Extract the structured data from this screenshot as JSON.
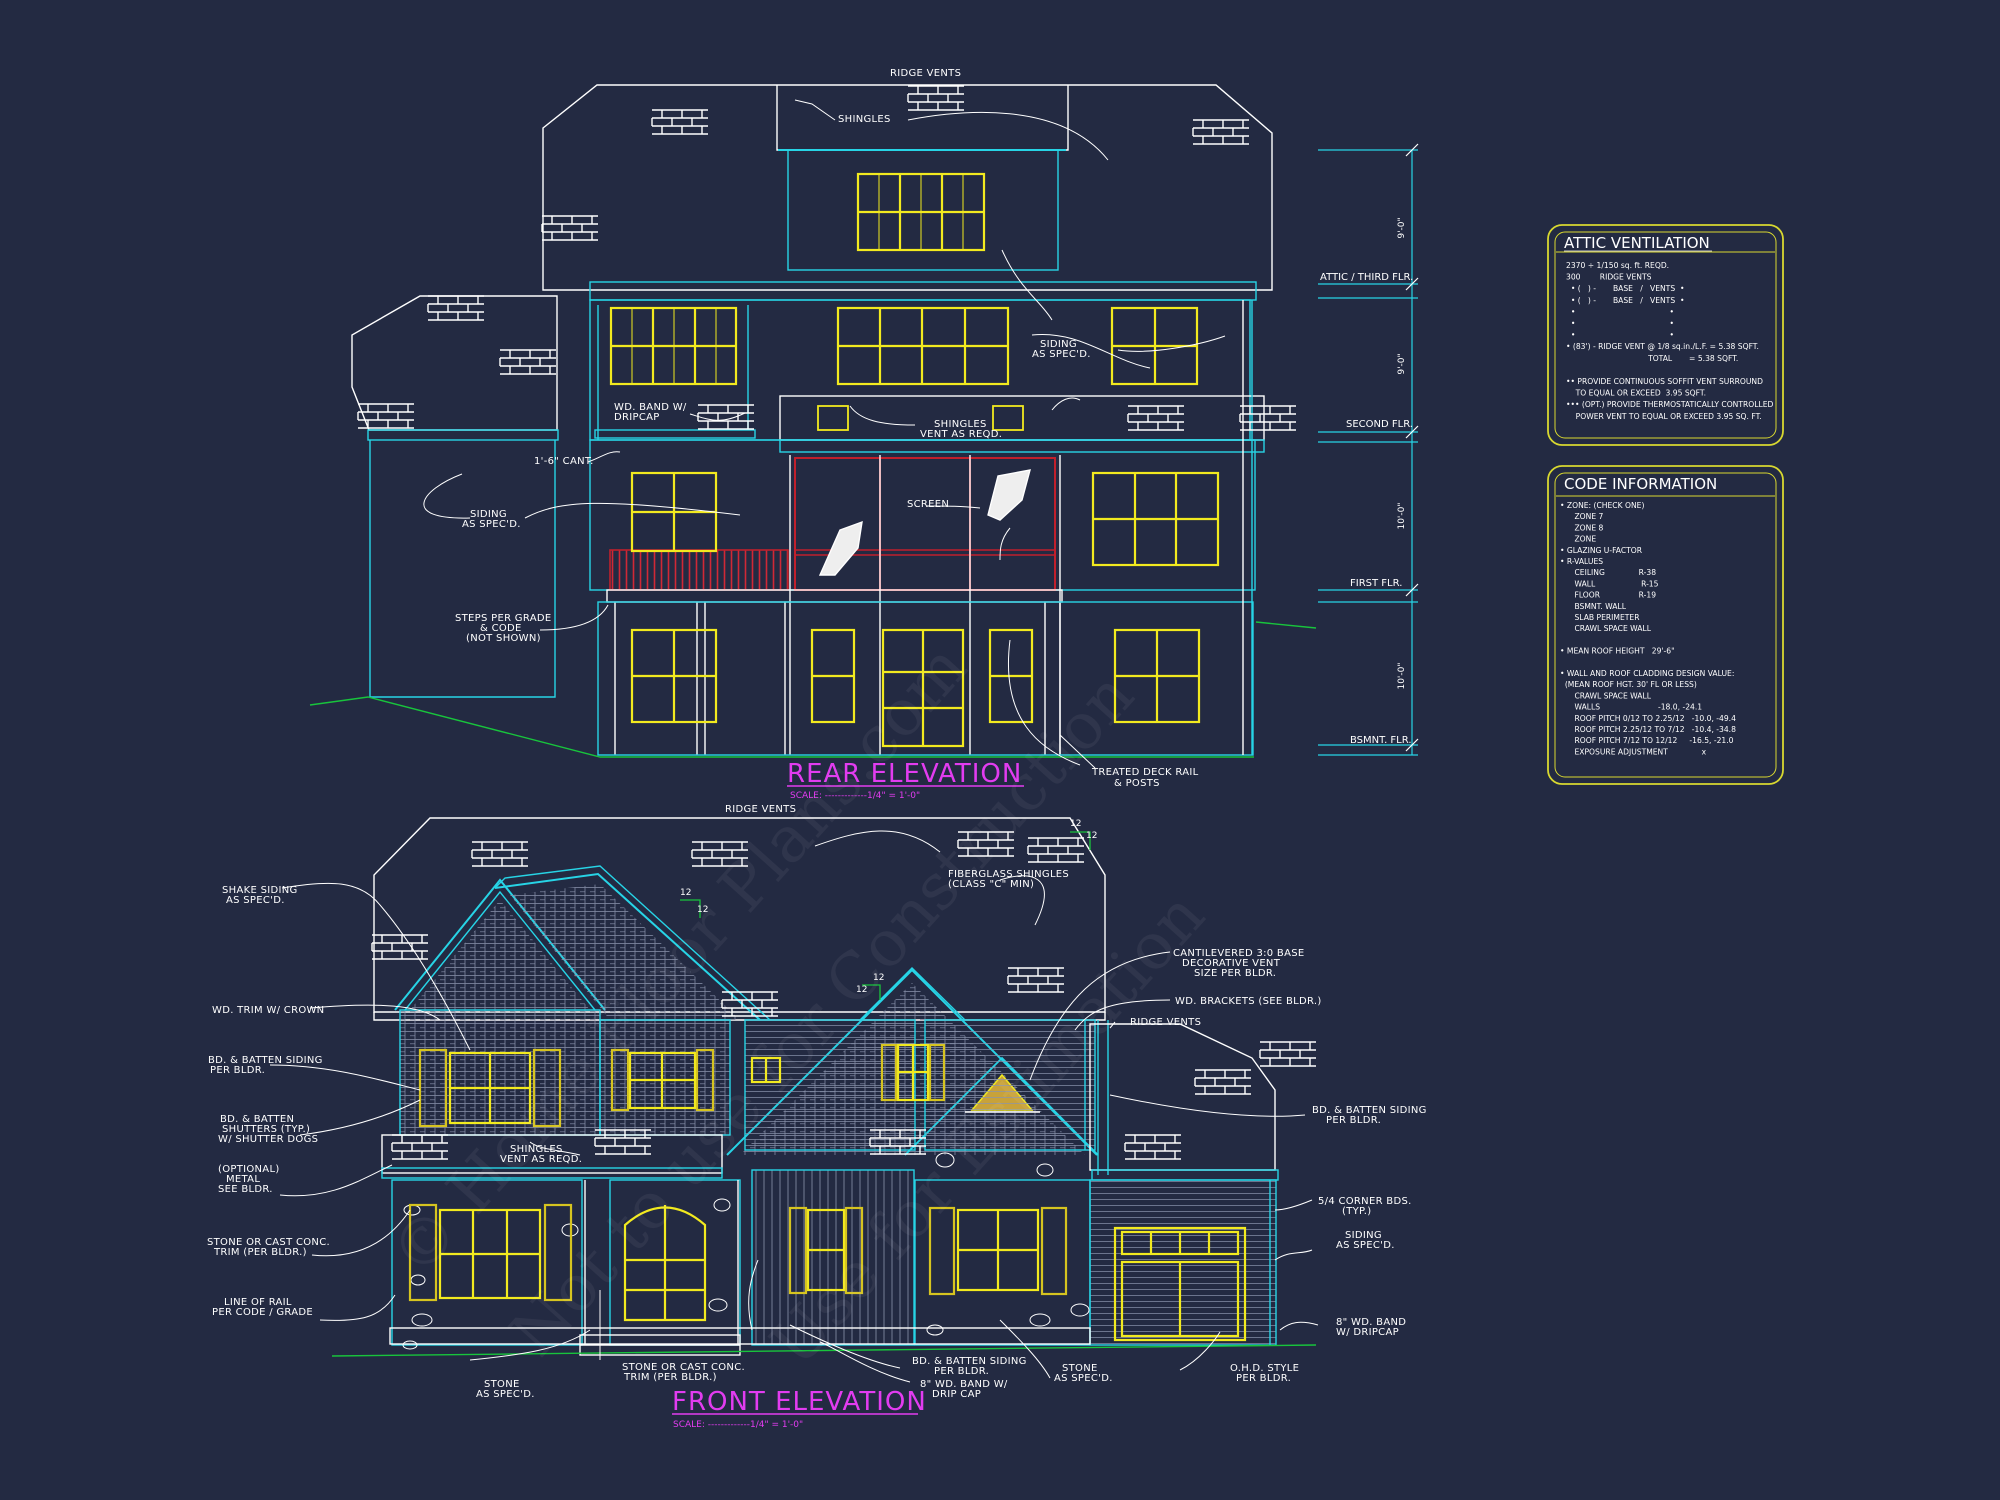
{
  "rear_elevation": {
    "title": "REAR ELEVATION",
    "scale": "SCALE: -------------1/4\" = 1'-0\"",
    "labels": {
      "ridge_vents": "RIDGE VENTS",
      "shingles": "SHINGLES",
      "siding_specd_1": [
        "SIDING",
        "AS SPEC'D."
      ],
      "wd_band": [
        "WD. BAND W/",
        "DRIPCAP"
      ],
      "shingles_vent": [
        "SHINGLES",
        "VENT AS REQD."
      ],
      "cant": "1'-6\" CANT.",
      "siding_specd_2": [
        "SIDING",
        "AS SPEC'D."
      ],
      "screen": "SCREEN",
      "steps": [
        "STEPS PER GRADE",
        "& CODE",
        "(NOT SHOWN)"
      ],
      "deck_rail": [
        "TREATED DECK RAIL",
        "& POSTS"
      ]
    },
    "levels": [
      "ATTIC / THIRD FLR.",
      "SECOND FLR.",
      "FIRST FLR.",
      "BSMNT. FLR."
    ],
    "dimensions": [
      "9'-0\"",
      "9'-0\"",
      "10'-0\"",
      "10'-0\""
    ]
  },
  "front_elevation": {
    "title": "FRONT ELEVATION",
    "scale": "SCALE: -------------1/4\" = 1'-0\"",
    "pitch": "12",
    "labels": {
      "ridge_vents_1": "RIDGE VENTS",
      "ridge_vents_2": "RIDGE VENTS",
      "fiberglass": [
        "FIBERGLASS SHINGLES",
        "(CLASS \"C\" MIN)"
      ],
      "shake": [
        "SHAKE SIDING",
        "AS SPEC'D."
      ],
      "wd_trim": "WD. TRIM W/ CROWN",
      "batten_siding_1": [
        "BD. & BATTEN SIDING",
        "PER BLDR."
      ],
      "batten_shutters": [
        "BD. & BATTEN",
        "SHUTTERS (TYP.)",
        "W/ SHUTTER DOGS"
      ],
      "metal": [
        "(OPTIONAL)",
        "METAL",
        "SEE BLDR."
      ],
      "stone_trim": [
        "STONE OR CAST CONC.",
        "TRIM (PER BLDR.)"
      ],
      "line_rail": [
        "LINE OF RAIL",
        "PER CODE / GRADE"
      ],
      "shingles_vent": [
        "SHINGLES",
        "VENT AS REQD."
      ],
      "stone_1": [
        "STONE",
        "AS SPEC'D."
      ],
      "stone_trim_2": [
        "STONE OR CAST CONC.",
        "TRIM (PER BLDR.)"
      ],
      "batten_siding_2": [
        "BD. & BATTEN SIDING",
        "PER BLDR."
      ],
      "wd_band": [
        "8\" WD. BAND W/",
        "DRIP CAP"
      ],
      "stone_2": [
        "STONE",
        "AS SPEC'D."
      ],
      "ohd": [
        "O.H.D. STYLE",
        "PER BLDR."
      ],
      "cantilevered": [
        "CANTILEVERED 3:0 BASE",
        "DECORATIVE VENT",
        "SIZE PER BLDR."
      ],
      "brackets": "WD. BRACKETS (SEE BLDR.)",
      "batten_siding_3": [
        "BD. & BATTEN SIDING",
        "PER BLDR."
      ],
      "corner_bds": [
        "5/4 CORNER BDS.",
        "(TYP.)"
      ],
      "siding_specd": [
        "SIDING",
        "AS SPEC'D."
      ],
      "wd_band_2": [
        "8\" WD. BAND",
        "W/ DRIPCAP"
      ]
    }
  },
  "attic_ventilation": {
    "heading": "ATTIC VENTILATION",
    "lines": [
      "2370 ÷ 1/150 sq. ft. REQD.",
      "300        RIDGE VENTS",
      "  • (   ) -       BASE   /   VENTS  •",
      "  • (   ) -       BASE   /   VENTS  •",
      "  •                                       •",
      "  •                                       •",
      "  •                                       •",
      "• (83') - RIDGE VENT @ 1/8 sq.in./L.F. = 5.38 SQFT.",
      "                                  TOTAL       = 5.38 SQFT.",
      "",
      "•• PROVIDE CONTINUOUS SOFFIT VENT SURROUND",
      "    TO EQUAL OR EXCEED  3.95 SQFT.",
      "••• (OPT.) PROVIDE THERMOSTATICALLY CONTROLLED",
      "    POWER VENT TO EQUAL OR EXCEED 3.95 SQ. FT."
    ]
  },
  "code_information": {
    "heading": "CODE INFORMATION",
    "lines": [
      "• ZONE: (CHECK ONE)",
      "      ZONE 7",
      "      ZONE 8",
      "      ZONE",
      "• GLAZING U-FACTOR",
      "• R-VALUES",
      "      CEILING              R-38",
      "      WALL                   R-15",
      "      FLOOR                R-19",
      "      BSMNT. WALL",
      "      SLAB PERIMETER",
      "      CRAWL SPACE WALL",
      "",
      "• MEAN ROOF HEIGHT   29'-6\"",
      "",
      "• WALL AND ROOF CLADDING DESIGN VALUE:",
      "  (MEAN ROOF HGT. 30' FL OR LESS)",
      "      CRAWL SPACE WALL",
      "      WALLS                        -18.0, -24.1",
      "      ROOF PITCH 0/12 TO 2.25/12   -10.0, -49.4",
      "      ROOF PITCH 2.25/12 TO 7/12   -10.4, -34.8",
      "      ROOF PITCH 7/12 TO 12/12     -16.5, -21.0",
      "      EXPOSURE ADJUSTMENT              x"
    ]
  },
  "watermark": [
    "© Home Floor Plans.com",
    "Not to use for Construction",
    "Use for Estimation"
  ],
  "colors": {
    "background": "#232a42",
    "outline": "#ffffff",
    "cyan": "#27d4e6",
    "window": "#f2ea1f",
    "railing": "#c0202c",
    "ground": "#18c43c",
    "title": "#e23cf0"
  }
}
